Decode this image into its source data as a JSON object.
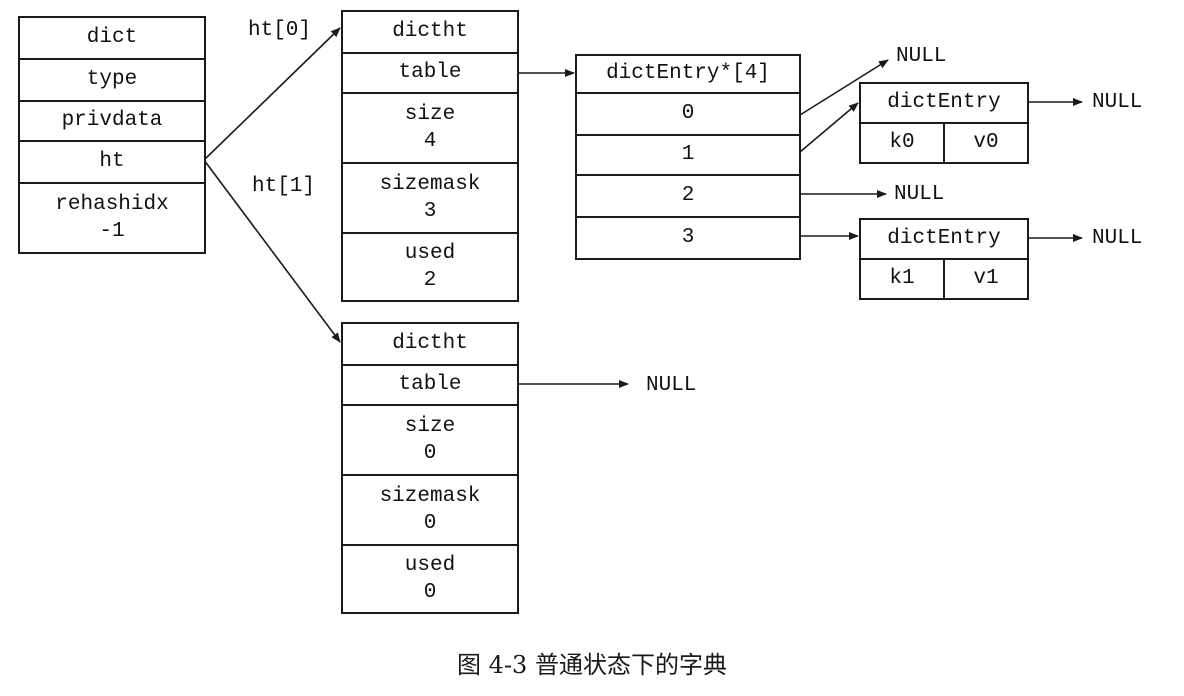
{
  "dict": {
    "title": "dict",
    "fields": [
      "type",
      "privdata",
      "ht"
    ],
    "rehashidx": {
      "label": "rehashidx",
      "value": "-1"
    }
  },
  "ht_labels": [
    "ht[0]",
    "ht[1]"
  ],
  "tables": [
    {
      "title": "dictht",
      "table_label": "table",
      "size": {
        "label": "size",
        "value": "4"
      },
      "sizemask": {
        "label": "sizemask",
        "value": "3"
      },
      "used": {
        "label": "used",
        "value": "2"
      }
    },
    {
      "title": "dictht",
      "table_label": "table",
      "table_target": "NULL",
      "size": {
        "label": "size",
        "value": "0"
      },
      "sizemask": {
        "label": "sizemask",
        "value": "0"
      },
      "used": {
        "label": "used",
        "value": "0"
      }
    }
  ],
  "bucket_array": {
    "title": "dictEntry*[4]",
    "indexes": [
      "0",
      "1",
      "2",
      "3"
    ],
    "bucket_2_target": "NULL",
    "bucket_0_target": "NULL"
  },
  "entries": [
    {
      "title": "dictEntry",
      "key": "k0",
      "value": "v0",
      "next": "NULL"
    },
    {
      "title": "dictEntry",
      "key": "k1",
      "value": "v1",
      "next": "NULL"
    }
  ],
  "caption": "图 4-3   普通状态下的字典",
  "colors": {
    "line": "#1a1a1a",
    "background": "#ffffff"
  }
}
